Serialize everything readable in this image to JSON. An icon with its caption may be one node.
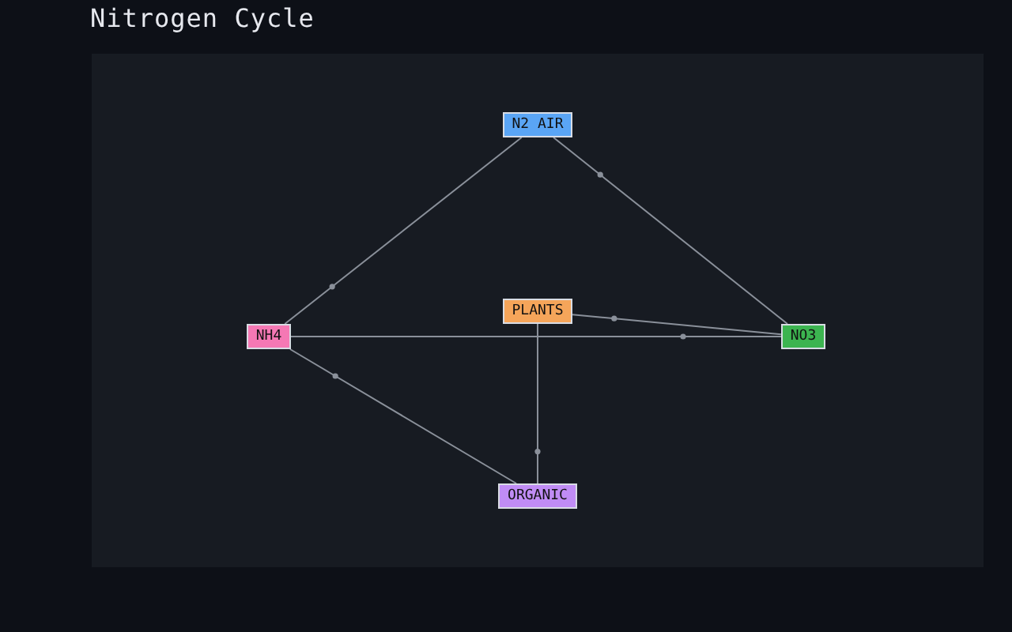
{
  "diagram": {
    "title": "Nitrogen Cycle",
    "nodes": [
      {
        "text": [
          "N2 AIR"
        ]
      },
      {
        "text": [
          "PLANTS"
        ]
      },
      {
        "text": [
          "NH4"
        ]
      },
      {
        "text": [
          "NO3"
        ]
      },
      {
        "text": [
          "ORGANIC"
        ]
      }
    ],
    "edges": [
      {
        "from": 0,
        "to": 2,
        "arrow": "none"
      },
      {
        "from": 2,
        "to": 3,
        "arrow": "none"
      },
      {
        "from": 3,
        "to": 0,
        "arrow": "none"
      },
      {
        "from": 3,
        "to": 1,
        "arrow": "none"
      },
      {
        "from": 1,
        "to": 4,
        "arrow": "none"
      },
      {
        "from": 4,
        "to": 2,
        "arrow": "none"
      }
    ]
  }
}
